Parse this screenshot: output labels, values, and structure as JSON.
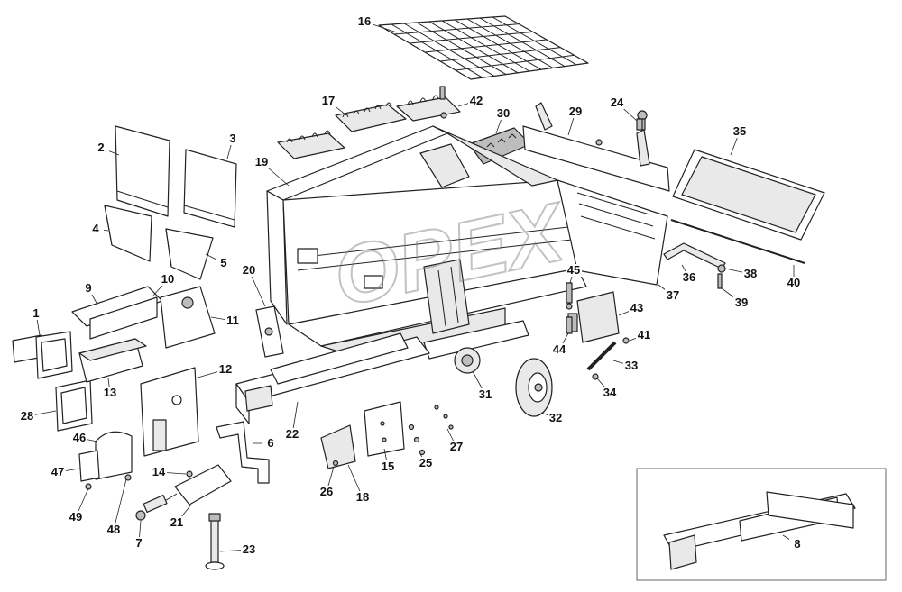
{
  "watermark": "OPEX",
  "callouts": [
    "1",
    "2",
    "3",
    "4",
    "5",
    "6",
    "7",
    "8",
    "9",
    "10",
    "11",
    "12",
    "13",
    "14",
    "15",
    "16",
    "17",
    "18",
    "19",
    "20",
    "21",
    "22",
    "23",
    "24",
    "25",
    "26",
    "27",
    "28",
    "29",
    "30",
    "31",
    "32",
    "33",
    "34",
    "35",
    "36",
    "37",
    "38",
    "39",
    "40",
    "41",
    "42",
    "43",
    "44",
    "45",
    "46",
    "47",
    "48",
    "49"
  ]
}
